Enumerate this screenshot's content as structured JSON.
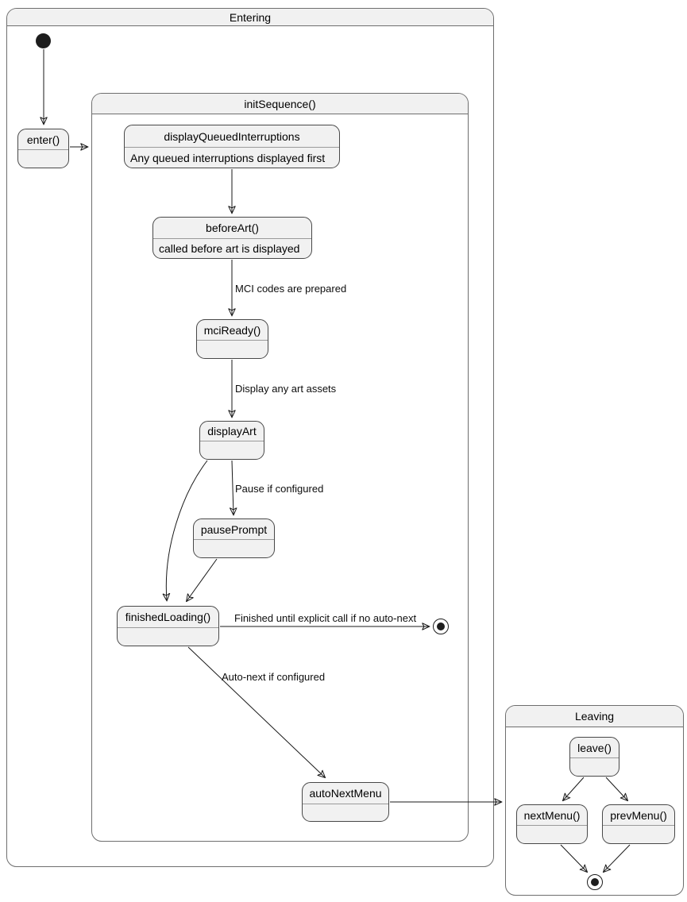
{
  "diagram_type": "uml-state-diagram",
  "containers": {
    "entering": {
      "title": "Entering"
    },
    "init_sequence": {
      "title": "initSequence()"
    },
    "leaving": {
      "title": "Leaving"
    }
  },
  "states": {
    "enter": {
      "title": "enter()"
    },
    "display_queued": {
      "title": "displayQueuedInterruptions",
      "description": "Any queued interruptions displayed first"
    },
    "before_art": {
      "title": "beforeArt()",
      "description": "called before art is displayed"
    },
    "mci_ready": {
      "title": "mciReady()"
    },
    "display_art": {
      "title": "displayArt"
    },
    "pause_prompt": {
      "title": "pausePrompt"
    },
    "finished_loading": {
      "title": "finishedLoading()"
    },
    "auto_next_menu": {
      "title": "autoNextMenu"
    },
    "leave": {
      "title": "leave()"
    },
    "next_menu": {
      "title": "nextMenu()"
    },
    "prev_menu": {
      "title": "prevMenu()"
    }
  },
  "edge_labels": {
    "mci_codes": "MCI codes are prepared",
    "display_assets": "Display any art assets",
    "pause": "Pause if configured",
    "finished": "Finished until explicit call if no auto-next",
    "auto_next": "Auto-next if configured"
  },
  "colors": {
    "state_fill": "#f1f1f1",
    "state_border": "#484848",
    "container_border": "#6e6e6e",
    "titlebar_fill": "#f1f1f1",
    "separator": "#9a9a9a",
    "arrow": "#181818",
    "text": "#000000",
    "background": "#ffffff"
  }
}
